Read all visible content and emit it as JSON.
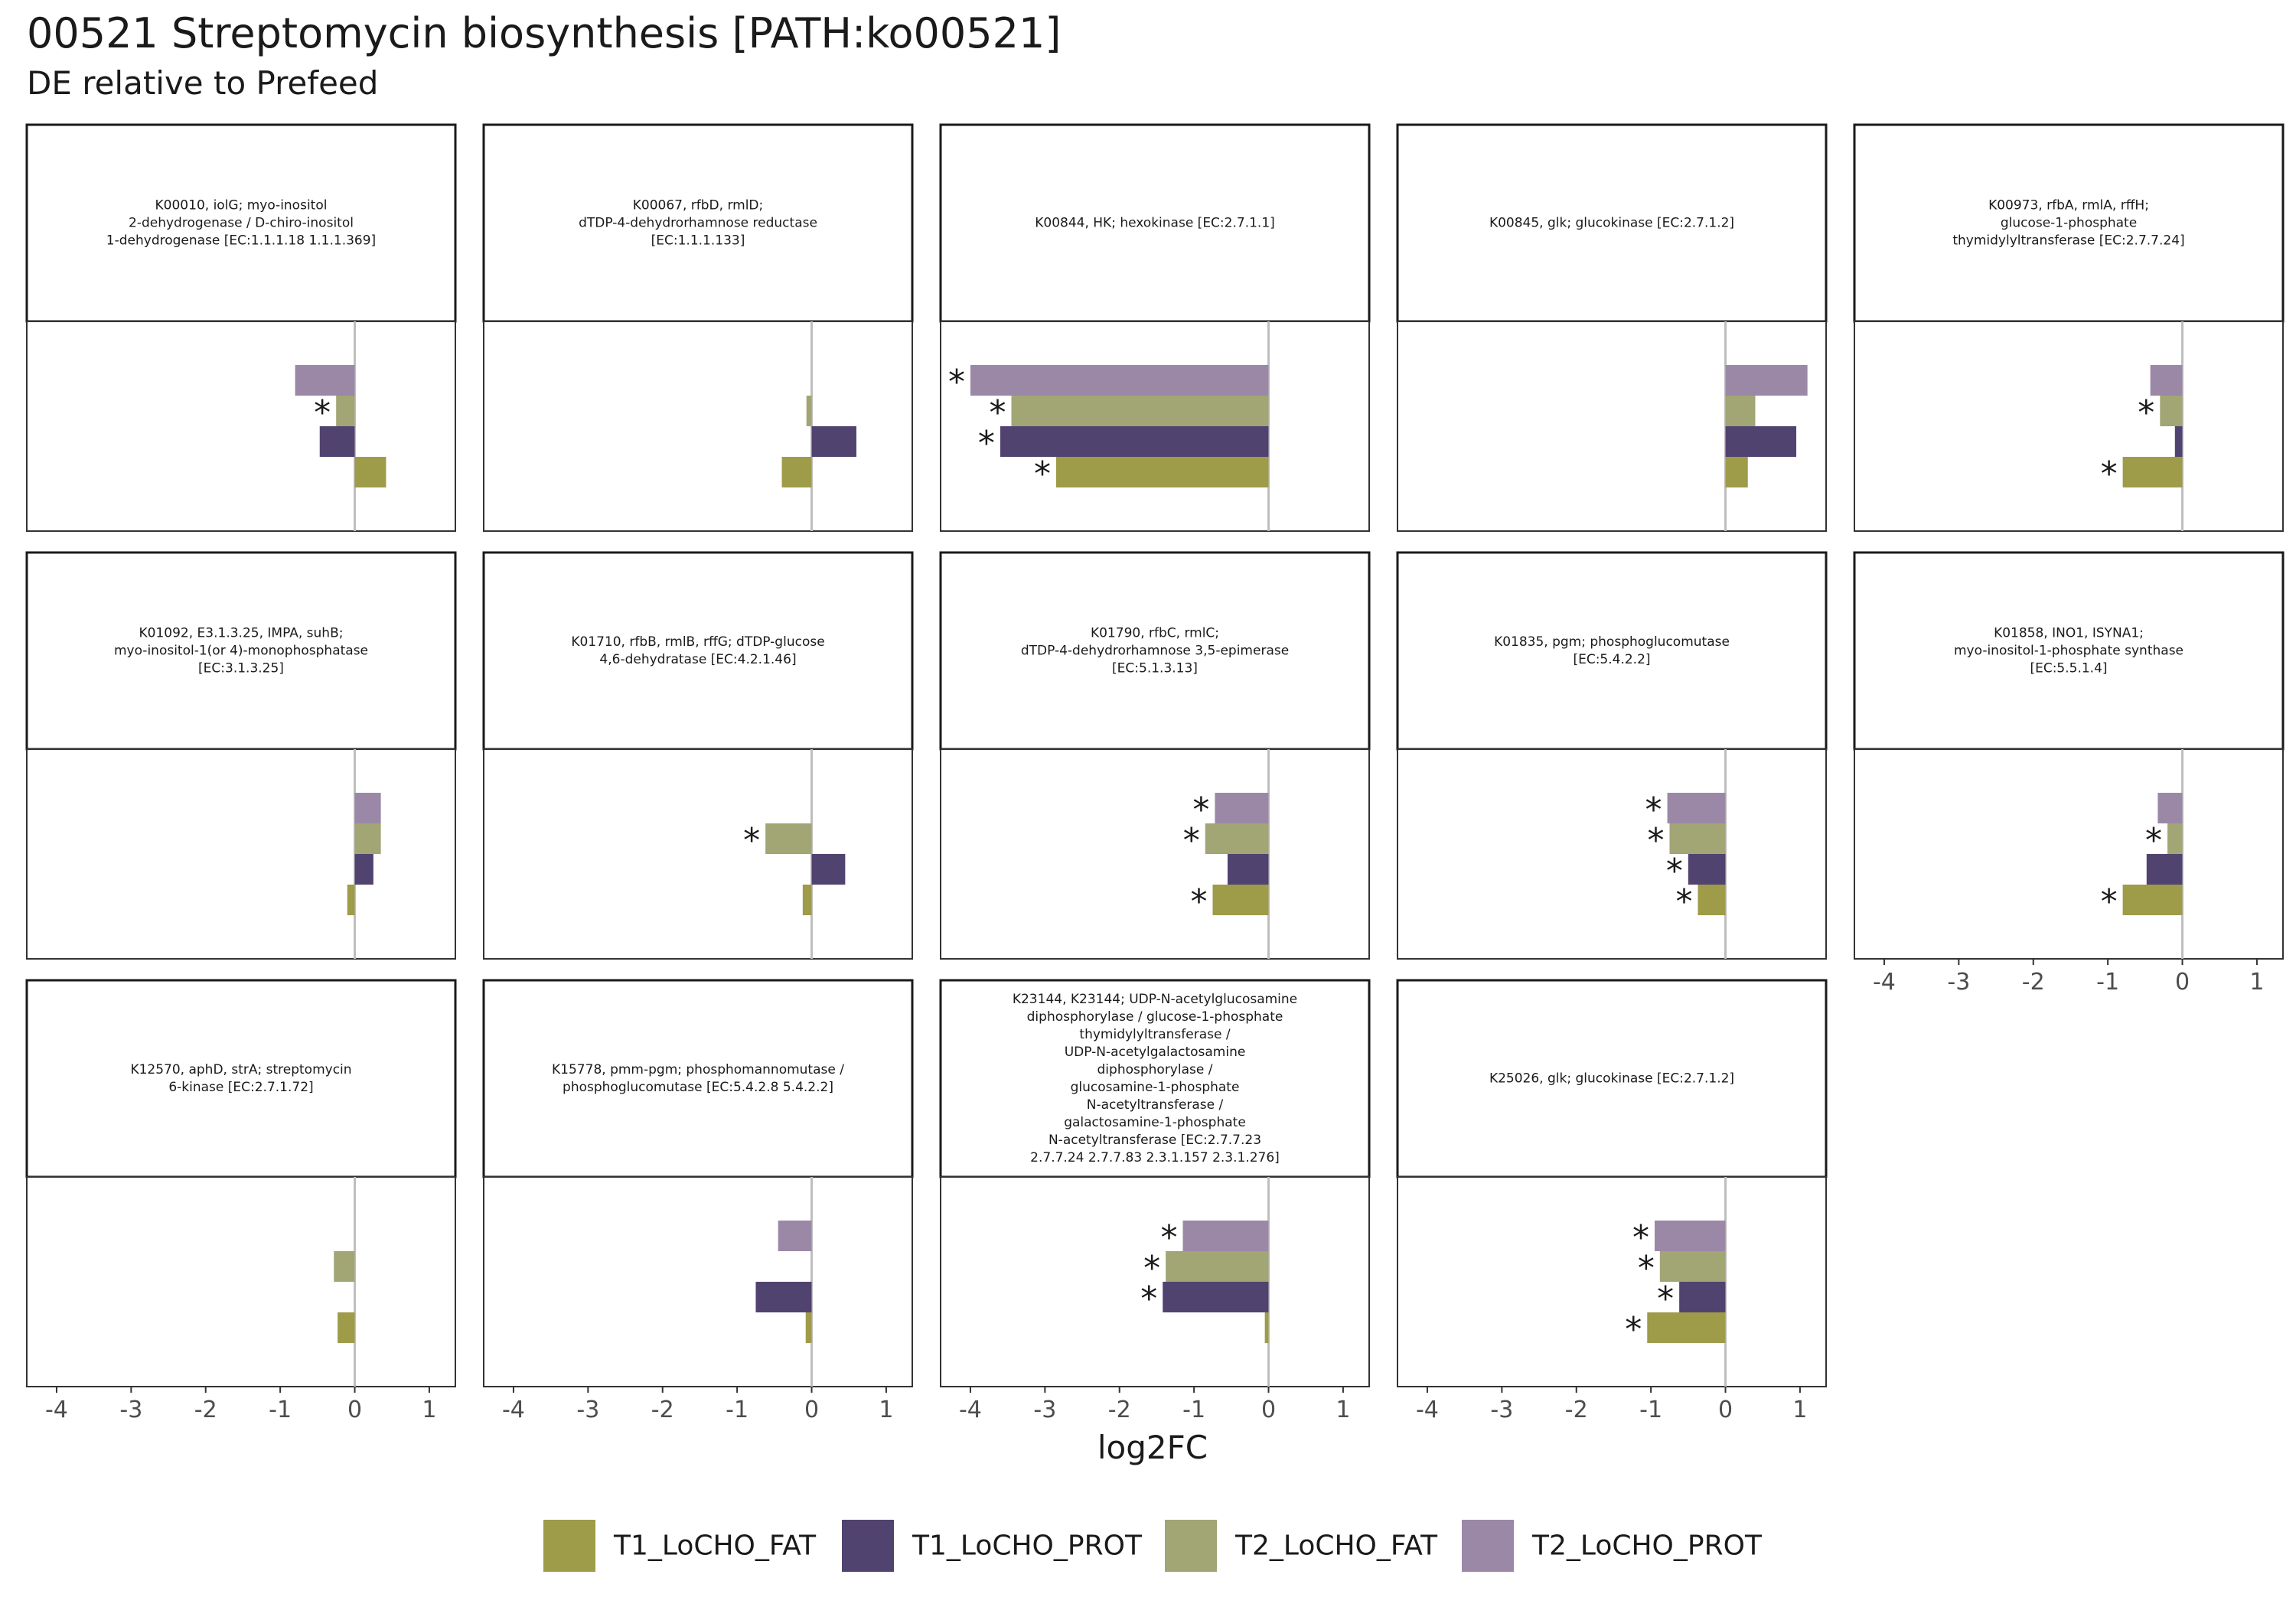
{
  "title": "00521 Streptomycin biosynthesis [PATH:ko00521]",
  "subtitle": "DE relative to Prefeed",
  "chart_data": {
    "type": "bar",
    "orientation": "horizontal",
    "facet_layout": "3 rows x 5 columns",
    "xlabel": "log2FC",
    "xlim": [
      -4.4,
      1.35
    ],
    "xticks": [
      -4,
      -3,
      -2,
      -1,
      0,
      1
    ],
    "xtick_labels": [
      "-4",
      "-3",
      "-2",
      "-1",
      "0",
      "1"
    ],
    "grid": false,
    "legend_position": "bottom",
    "series": [
      {
        "name": "T1_LoCHO_FAT",
        "color": "#9e9b49"
      },
      {
        "name": "T1_LoCHO_PROT",
        "color": "#514370"
      },
      {
        "name": "T2_LoCHO_FAT",
        "color": "#a2a574"
      },
      {
        "name": "T2_LoCHO_PROT",
        "color": "#9b88a6"
      }
    ],
    "significance_marker": "*",
    "panels": [
      {
        "label": [
          "K00010, iolG; myo-inositol",
          "2-dehydrogenase / D-chiro-inositol",
          "1-dehydrogenase [EC:1.1.1.18 1.1.1.369]"
        ],
        "values": [
          0.42,
          -0.47,
          -0.25,
          -0.8
        ],
        "significant": [
          false,
          false,
          true,
          false
        ]
      },
      {
        "label": [
          "K00067, rfbD, rmlD;",
          "dTDP-4-dehydrorhamnose reductase",
          "[EC:1.1.1.133]"
        ],
        "values": [
          -0.4,
          0.6,
          -0.07,
          null
        ],
        "significant": [
          false,
          false,
          false,
          false
        ]
      },
      {
        "label": [
          "K00844, HK; hexokinase [EC:2.7.1.1]"
        ],
        "values": [
          -2.85,
          -3.6,
          -3.45,
          -4.0
        ],
        "significant": [
          true,
          true,
          true,
          true
        ]
      },
      {
        "label": [
          "K00845, glk; glucokinase [EC:2.7.1.2]"
        ],
        "values": [
          0.3,
          0.95,
          0.4,
          1.1
        ],
        "significant": [
          false,
          false,
          false,
          false
        ]
      },
      {
        "label": [
          "K00973, rfbA, rmlA, rffH;",
          "glucose-1-phosphate",
          "thymidylyltransferase [EC:2.7.7.24]"
        ],
        "values": [
          -0.8,
          -0.1,
          -0.3,
          -0.43
        ],
        "significant": [
          true,
          false,
          true,
          false
        ]
      },
      {
        "label": [
          "K01092, E3.1.3.25, IMPA, suhB;",
          "myo-inositol-1(or 4)-monophosphatase",
          "[EC:3.1.3.25]"
        ],
        "values": [
          -0.1,
          0.25,
          0.35,
          0.35
        ],
        "significant": [
          false,
          false,
          false,
          false
        ]
      },
      {
        "label": [
          "K01710, rfbB, rmlB, rffG; dTDP-glucose",
          "4,6-dehydratase [EC:4.2.1.46]"
        ],
        "values": [
          -0.12,
          0.45,
          -0.62,
          null
        ],
        "significant": [
          false,
          false,
          true,
          false
        ]
      },
      {
        "label": [
          "K01790, rfbC, rmlC;",
          "dTDP-4-dehydrorhamnose 3,5-epimerase",
          "[EC:5.1.3.13]"
        ],
        "values": [
          -0.75,
          -0.55,
          -0.85,
          -0.72
        ],
        "significant": [
          true,
          false,
          true,
          true
        ]
      },
      {
        "label": [
          "K01835, pgm; phosphoglucomutase",
          "[EC:5.4.2.2]"
        ],
        "values": [
          -0.37,
          -0.5,
          -0.75,
          -0.78
        ],
        "significant": [
          true,
          true,
          true,
          true
        ]
      },
      {
        "label": [
          "K01858, INO1, ISYNA1;",
          "myo-inositol-1-phosphate synthase",
          "[EC:5.5.1.4]"
        ],
        "values": [
          -0.8,
          -0.48,
          -0.2,
          -0.33
        ],
        "significant": [
          true,
          false,
          true,
          false
        ]
      },
      {
        "label": [
          "K12570, aphD, strA; streptomycin",
          "6-kinase [EC:2.7.1.72]"
        ],
        "values": [
          -0.23,
          null,
          -0.28,
          null
        ],
        "significant": [
          false,
          false,
          false,
          false
        ]
      },
      {
        "label": [
          "K15778, pmm-pgm; phosphomannomutase /",
          "phosphoglucomutase [EC:5.4.2.8 5.4.2.2]"
        ],
        "values": [
          -0.08,
          -0.75,
          null,
          -0.45
        ],
        "significant": [
          false,
          false,
          false,
          false
        ]
      },
      {
        "label": [
          "K23144, K23144; UDP-N-acetylglucosamine",
          "diphosphorylase / glucose-1-phosphate",
          "thymidylyltransferase /",
          "UDP-N-acetylgalactosamine",
          "diphosphorylase /",
          "glucosamine-1-phosphate",
          "N-acetyltransferase /",
          "galactosamine-1-phosphate",
          "N-acetyltransferase [EC:2.7.7.23",
          "2.7.7.24 2.7.7.83 2.3.1.157 2.3.1.276]"
        ],
        "values": [
          -0.05,
          -1.42,
          -1.38,
          -1.15
        ],
        "significant": [
          false,
          true,
          true,
          true
        ]
      },
      {
        "label": [
          "K25026, glk; glucokinase [EC:2.7.1.2]"
        ],
        "values": [
          -1.05,
          -0.62,
          -0.88,
          -0.95
        ],
        "significant": [
          true,
          true,
          true,
          true
        ]
      }
    ]
  }
}
